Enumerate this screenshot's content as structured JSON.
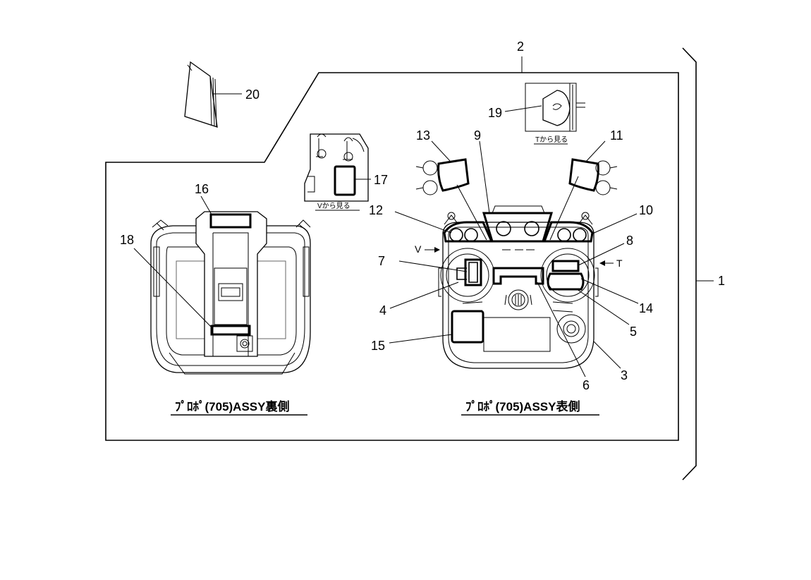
{
  "callouts": [
    "1",
    "2",
    "3",
    "4",
    "5",
    "6",
    "7",
    "8",
    "9",
    "10",
    "11",
    "12",
    "13",
    "14",
    "15",
    "16",
    "17",
    "18",
    "19",
    "20"
  ],
  "captions": {
    "back": "ﾌﾟﾛﾎﾟ(705)ASSY裏側",
    "front": "ﾌﾟﾛﾎﾟ(705)ASSY表側"
  },
  "view_notes": {
    "from_v": "Vから見る",
    "from_t": "Tから見る",
    "arrow_v": "V",
    "arrow_t": "T"
  }
}
